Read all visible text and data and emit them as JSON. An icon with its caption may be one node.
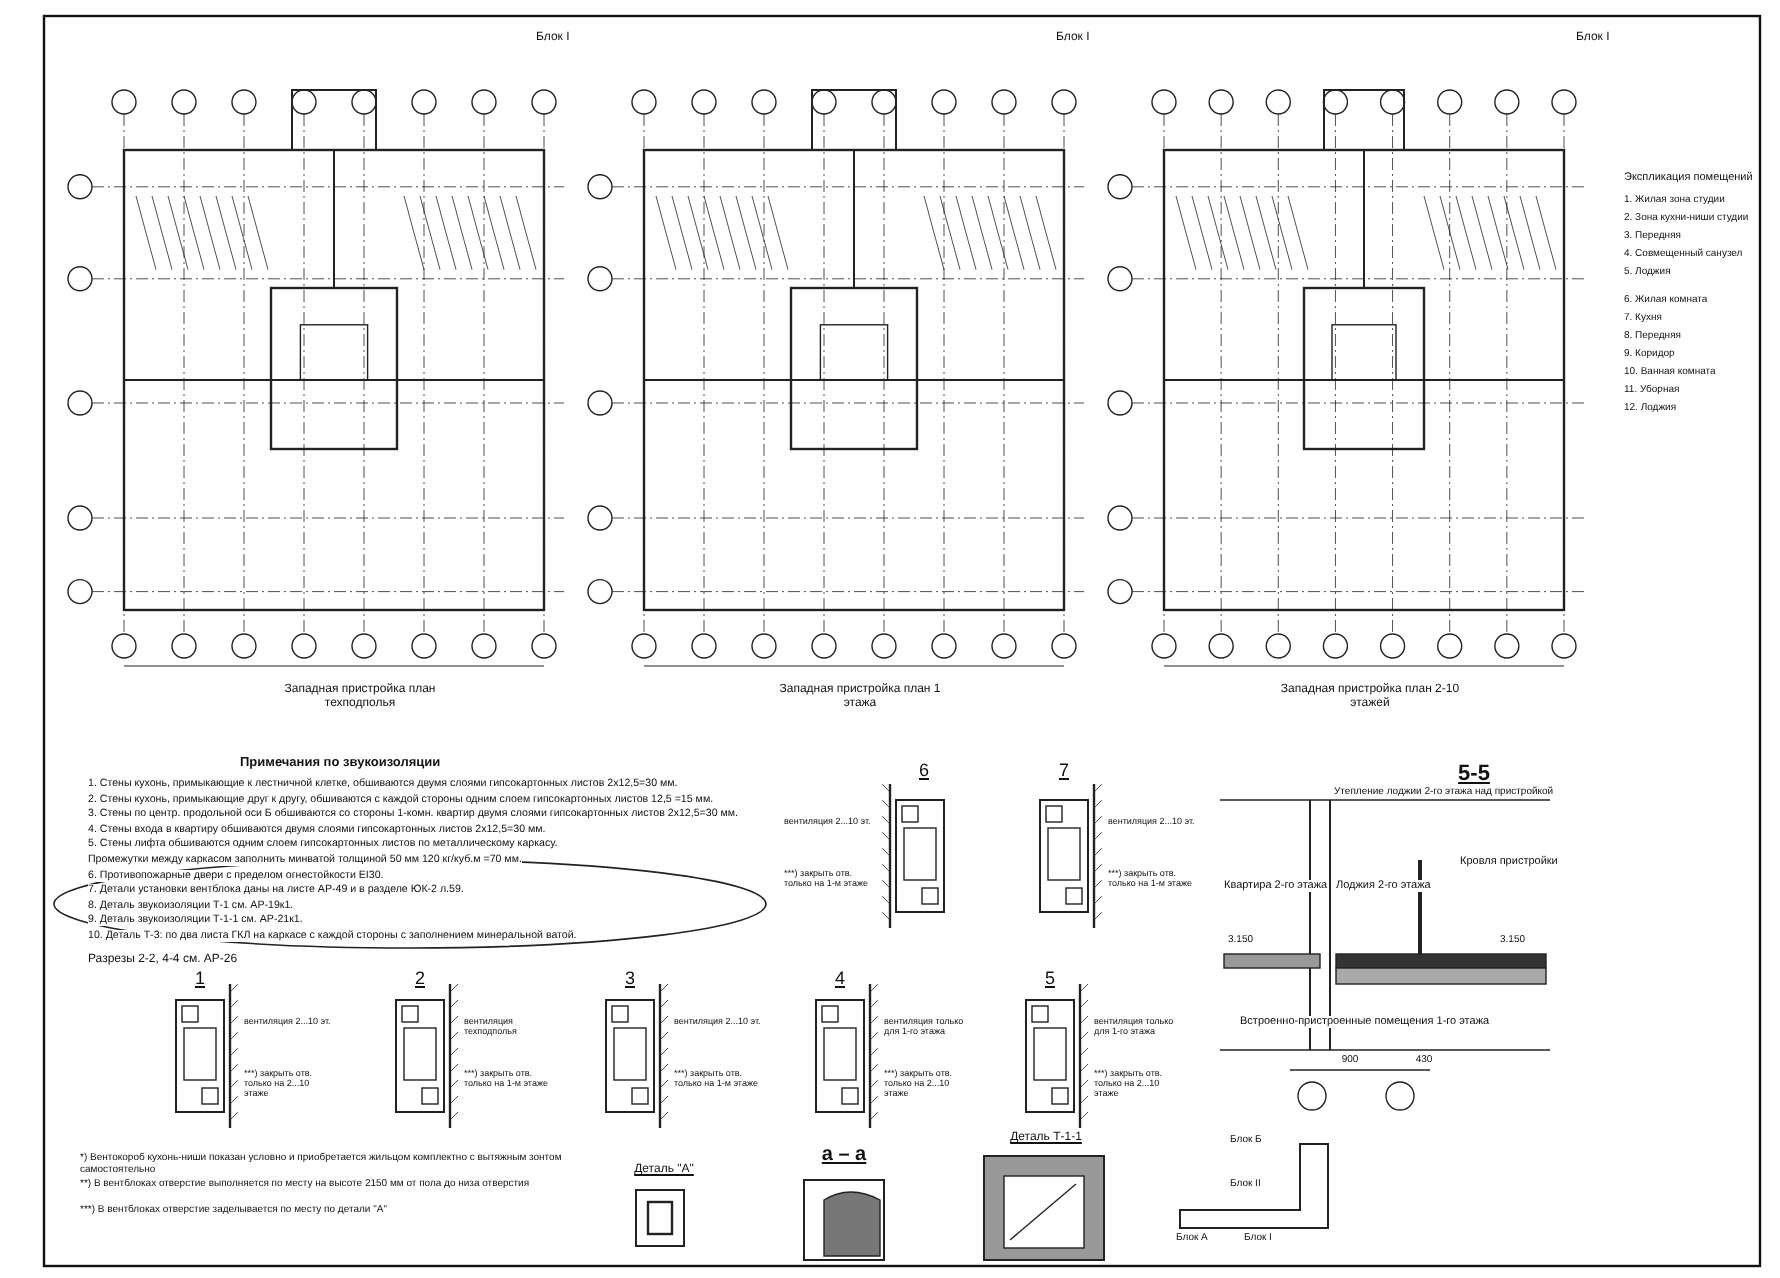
{
  "diagram": {
    "labels": [
      "Блок I",
      "Блок I",
      "Блок I",
      "Экспликация помещений",
      "1. Жилая зона студии",
      "2. Зона кухни-ниши студии",
      "3. Передняя",
      "4. Совмещенный санузел",
      "5. Лоджия",
      "6. Жилая комната",
      "7. Кухня",
      "8. Передняя",
      "9. Коридор",
      "10. Ванная комната",
      "11. Уборная",
      "12. Лоджия",
      "Западная пристройка план техподполья",
      "Западная пристройка план 1 этажа",
      "Западная пристройка план 2-10 этажей",
      "Примечания по звукоизоляции",
      "1. Стены кухонь, примыкающие к лестничной клетке, обшиваются двумя слоями гипсокартонных листов 2х12,5=30 мм.",
      "2. Стены кухонь, примыкающие друг к другу, обшиваются с каждой стороны одним слоем гипсокартонных листов 12,5 =15 мм.",
      "3. Стены по центр. продольной оси Б обшиваются со стороны 1-комн. квартир двумя слоями гипсокартонных листов 2х12,5=30 мм.",
      "4. Стены входа в квартиру обшиваются двумя слоями гипсокартонных листов 2х12,5=30 мм.",
      "5. Стены лифта обшиваются одним слоем гипсокартонных листов по металлическому каркасу.",
      "Промежутки между каркасом заполнить минватой толщиной 50 мм 120 кг/куб.м =70 мм.",
      "6. Противопожарные двери с пределом огнестойкости EI30.",
      "7. Детали установки вентблока даны на листе АР-49 и в разделе ЮК-2 л.59.",
      "8. Деталь звукоизоляции Т-1 см. АР-19к1.",
      "9. Деталь звукоизоляции Т-1-1 см. АР-21к1.",
      "10. Деталь Т-3: по два листа ГКЛ на каркасе с каждой стороны с заполнением минеральной ватой.",
      "Разрезы 2-2, 4-4 см. АР-26",
      "6",
      "7",
      "5-5",
      "Утепление лоджии 2-го этажа над пристройкой",
      "Квартира 2-го этажа",
      "Лоджия 2-го этажа",
      "Кровля пристройки",
      "3.150",
      "3.150",
      "900",
      "430",
      "Встроенно-пристроенные помещения 1-го этажа",
      "1",
      "2",
      "3",
      "4",
      "5",
      "*) Вентокороб кухонь-ниши показан условно и приобретается жильцом комплектно с вытяжным зонтом самостоятельно",
      "**) В вентблоках отверстие выполняется по месту на высоте 2150 мм от пола до низа отверстия",
      "***) В вентблоках отверстие заделывается по месту по детали \"А\"",
      "Деталь \"А\"",
      "а – а",
      "Деталь Т-1-1",
      "Блок Б",
      "Блок II",
      "Блок А",
      "Блок I",
      "вентиляция 2...10 эт.",
      "***) закрыть отв. только на 1-м этаже",
      "вентиляция 2...10 эт.",
      "***) закрыть отв. только на 1-м этаже",
      "вентиляция 2...10 эт.",
      "***) закрыть отв. только на 2...10 этаже",
      "вентиляция техподполья",
      "***) закрыть отв. только на 1-м этаже",
      "вентиляция 2...10 эт.",
      "***) закрыть отв. только на 1-м этаже",
      "вентиляция только для 1-го этажа",
      "***) закрыть отв. только на 2...10 этаже",
      "вентиляция только для 1-го этажа",
      "***) закрыть отв. только на 2...10 этаже"
    ]
  }
}
